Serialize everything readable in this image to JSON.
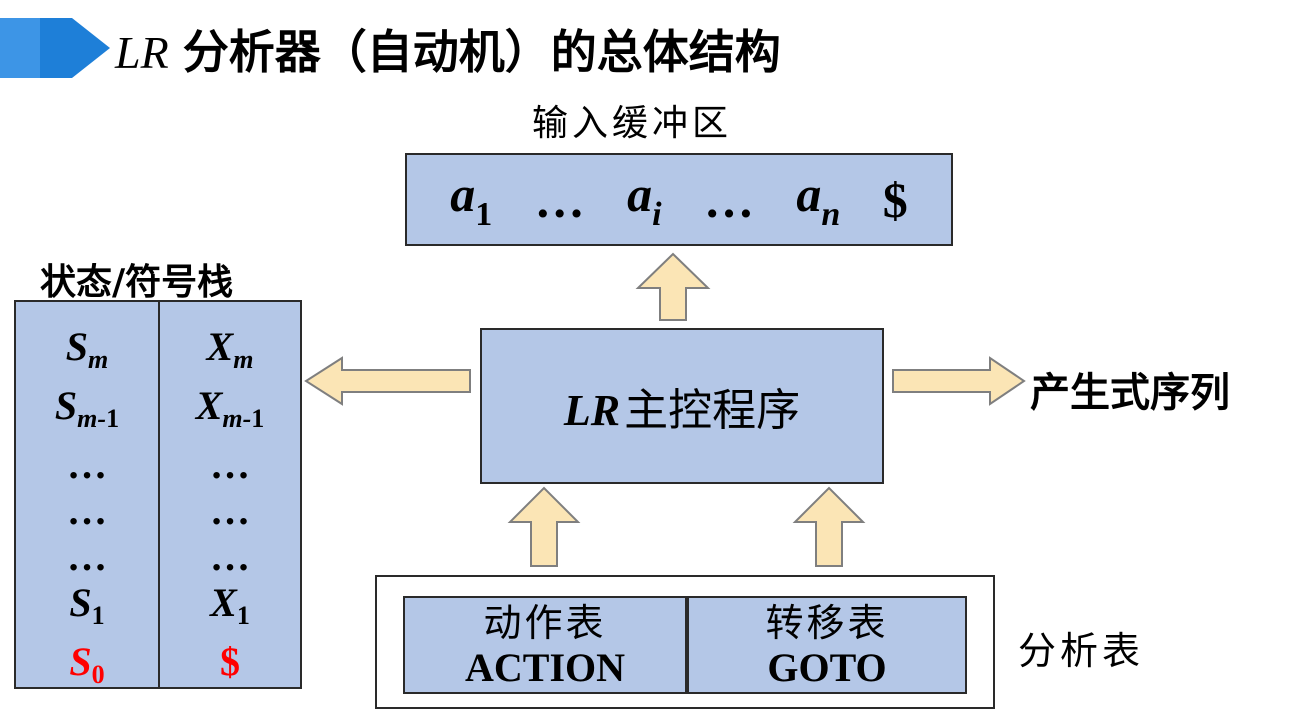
{
  "title": {
    "prefix": "LR",
    "text": "分析器（自动机）的总体结构"
  },
  "input_buffer": {
    "label": "输入缓冲区",
    "symbols": [
      {
        "base": "a",
        "sub": "1"
      },
      {
        "text": "…"
      },
      {
        "base": "a",
        "sub": "i"
      },
      {
        "text": "…"
      },
      {
        "base": "a",
        "sub": "n"
      },
      {
        "text": "$"
      }
    ]
  },
  "stack": {
    "label": "状态/符号栈",
    "state_column": [
      {
        "base": "S",
        "sub": "m"
      },
      {
        "base": "S",
        "sub": "m-1"
      },
      {
        "text": "…"
      },
      {
        "text": "…"
      },
      {
        "text": "…"
      },
      {
        "base": "S",
        "sub": "1"
      },
      {
        "base": "S",
        "sub": "0",
        "highlight": true
      }
    ],
    "symbol_column": [
      {
        "base": "X",
        "sub": "m"
      },
      {
        "base": "X",
        "sub": "m-1"
      },
      {
        "text": "…"
      },
      {
        "text": "…"
      },
      {
        "text": "…"
      },
      {
        "base": "X",
        "sub": "1"
      },
      {
        "text": "$",
        "highlight": true
      }
    ]
  },
  "main_program": {
    "prefix": "LR",
    "text": "主控程序"
  },
  "output_label": "产生式序列",
  "parse_table": {
    "label": "分析表",
    "action": {
      "cn": "动作表",
      "en": "ACTION"
    },
    "goto": {
      "cn": "转移表",
      "en": "GOTO"
    }
  },
  "colors": {
    "box_fill": "#b4c7e7",
    "arrow_fill": "#fbe5b5",
    "arrow_stroke": "#7f7f7f",
    "banner": "#2e86de",
    "highlight": "#ff0000"
  }
}
